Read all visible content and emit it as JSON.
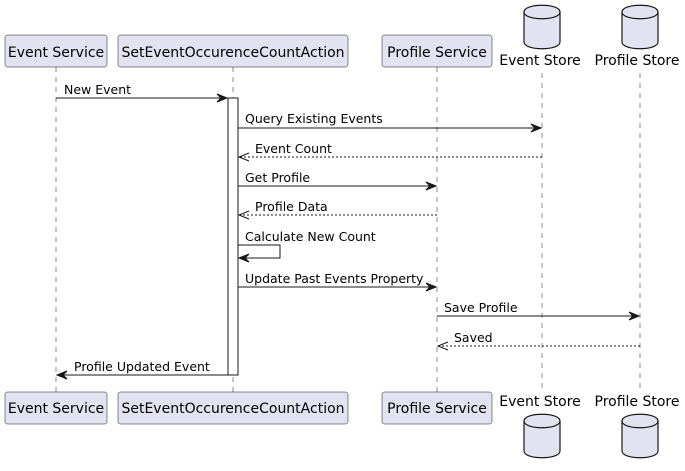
{
  "participants": {
    "event_service": "Event Service",
    "set_action": "SetEventOccurenceCountAction",
    "profile_service": "Profile Service",
    "event_store": "Event Store",
    "profile_store": "Profile Store"
  },
  "messages": [
    {
      "label": "New Event",
      "style": "solid"
    },
    {
      "label": "Query Existing Events",
      "style": "solid"
    },
    {
      "label": "Event Count",
      "style": "dashed"
    },
    {
      "label": "Get Profile",
      "style": "solid"
    },
    {
      "label": "Profile Data",
      "style": "dashed"
    },
    {
      "label": "Calculate New Count",
      "style": "solid"
    },
    {
      "label": "Update Past Events Property",
      "style": "solid"
    },
    {
      "label": "Save Profile",
      "style": "solid"
    },
    {
      "label": "Saved",
      "style": "dashed"
    },
    {
      "label": "Profile Updated Event",
      "style": "solid"
    }
  ],
  "colors": {
    "participant_fill": "#E2E2F0",
    "line": "#181818"
  }
}
